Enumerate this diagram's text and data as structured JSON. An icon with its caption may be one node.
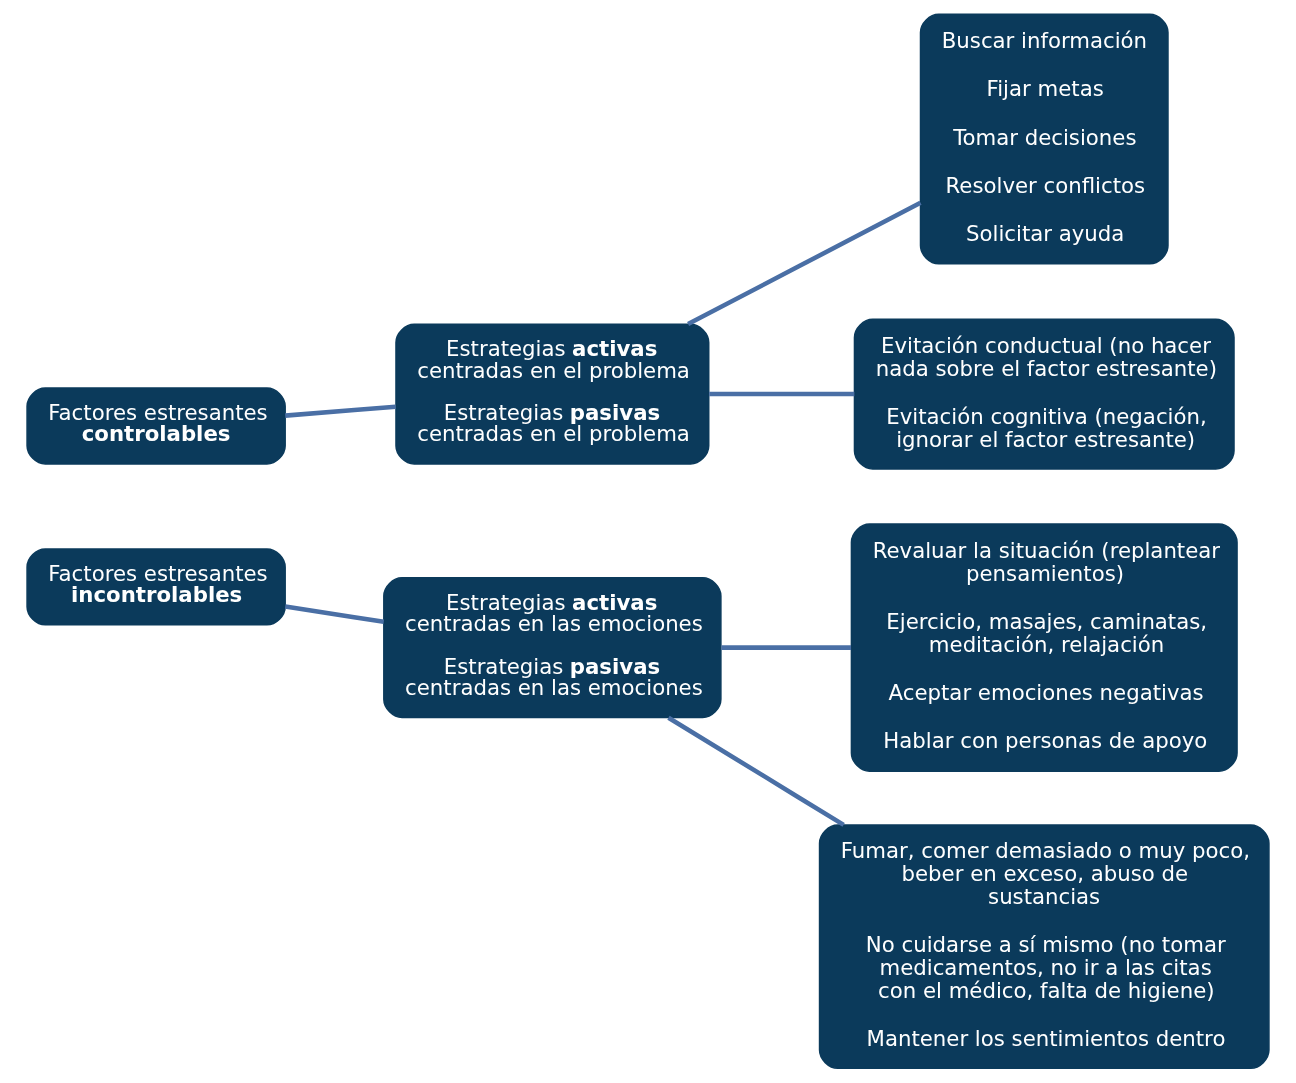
{
  "diagram": {
    "nodes": [
      {
        "text": [
          "Factores estresantes **controlables**"
        ]
      },
      {
        "text": [
          "Estrategias **activas** centradas en el problema",
          "Estrategias **pasivas** centradas en el problema"
        ]
      },
      {
        "text": [
          "Buscar información",
          "Fijar metas",
          "Tomar decisiones",
          "Resolver conflictos",
          "Solicitar ayuda"
        ]
      },
      {
        "text": [
          "Evitación conductual (no hacer nada sobre el factor estresante)",
          "Evitación cognitiva (negación, ignorar el factor estresante)"
        ]
      },
      {
        "text": [
          "Factores estresantes **incontrolables**"
        ]
      },
      {
        "text": [
          "Estrategias **activas** centradas en las emociones",
          "Estrategias **pasivas** centradas en las emociones"
        ]
      },
      {
        "text": [
          "Revaluar la situación (replantear pensamientos)",
          "Ejercicio, masajes, caminatas, meditación, relajación",
          "Aceptar emociones negativas",
          "Hablar con personas de apoyo"
        ]
      },
      {
        "text": [
          "Fumar, comer demasiado o muy poco, beber en exceso, abuso de sustancias",
          "No cuidarse a sí mismo (no tomar medicamentos, no ir a las citas con el médico, falta de higiene)",
          "Mantener los sentimientos dentro"
        ]
      }
    ],
    "edges": [
      {
        "from": 0,
        "to": 1,
        "arrow": "none"
      },
      {
        "from": 1,
        "to": 2,
        "arrow": "none"
      },
      {
        "from": 1,
        "to": 3,
        "arrow": "none"
      },
      {
        "from": 4,
        "to": 5,
        "arrow": "none"
      },
      {
        "from": 5,
        "to": 6,
        "arrow": "none"
      },
      {
        "from": 5,
        "to": 7,
        "arrow": "none"
      }
    ]
  }
}
